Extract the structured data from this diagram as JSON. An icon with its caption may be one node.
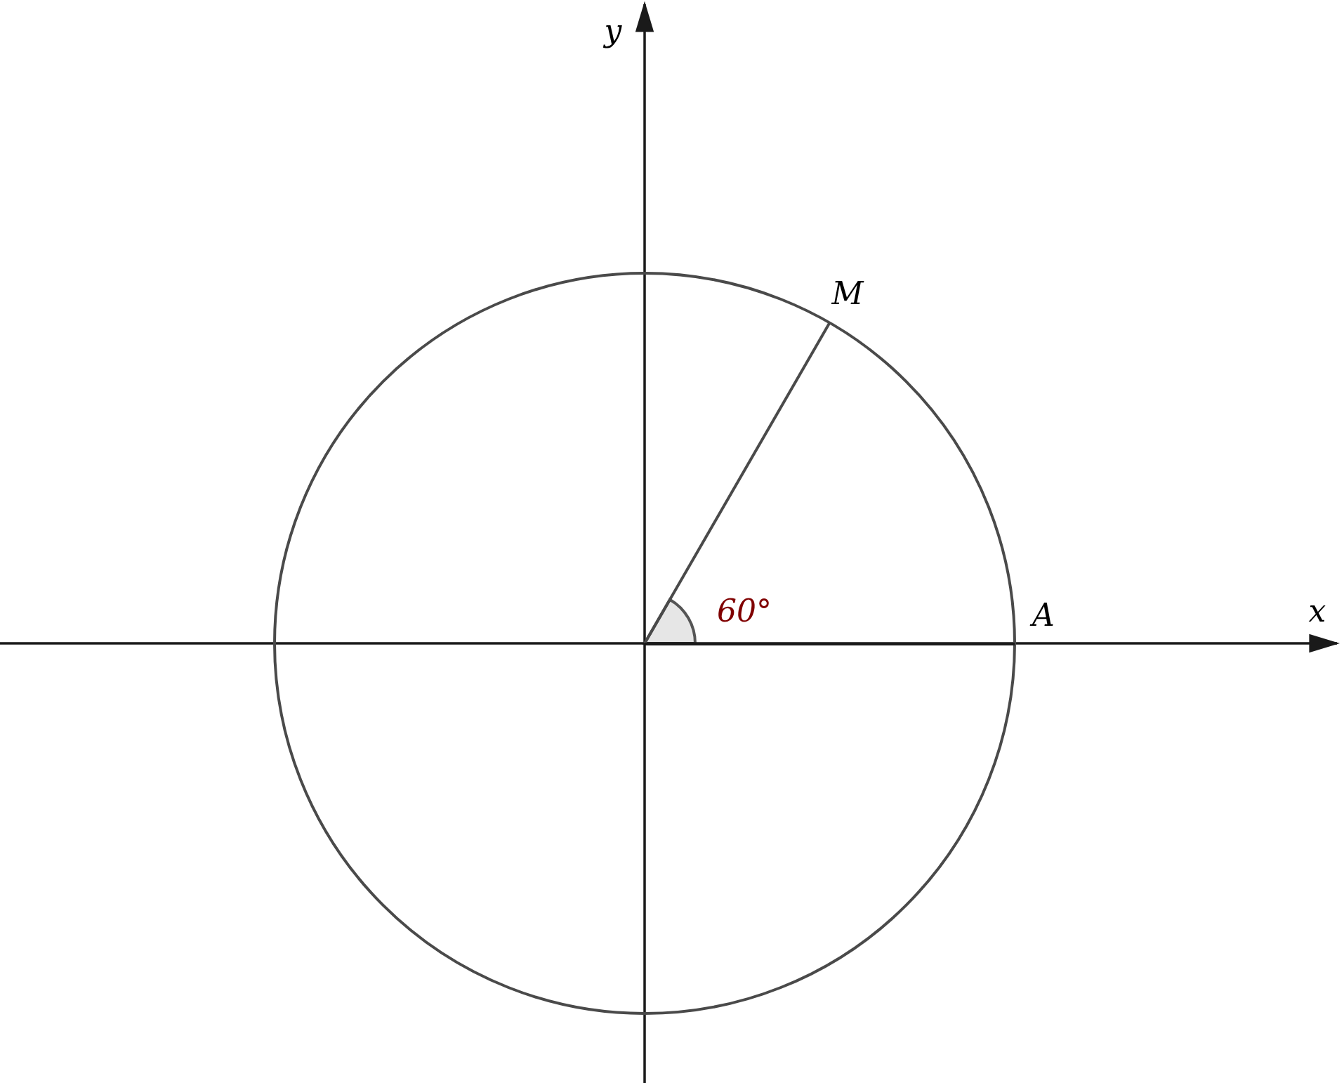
{
  "diagram": {
    "labels": [
      "y",
      "M",
      "60°",
      "A",
      "x"
    ]
  }
}
